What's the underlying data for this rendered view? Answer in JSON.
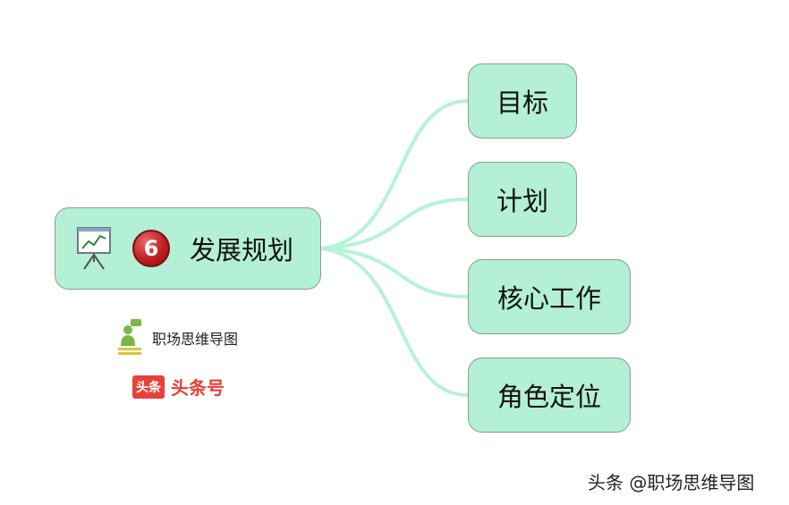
{
  "root": {
    "number": "6",
    "label": "发展规划",
    "icon": "presentation-board-icon"
  },
  "children": [
    "目标",
    "计划",
    "核心工作",
    "角色定位"
  ],
  "brand_primary": {
    "text": "职场思维导图",
    "icon": "person-logo-icon"
  },
  "brand_secondary": {
    "box_text": "头条",
    "text": "头条号"
  },
  "watermark": "头条 @职场思维导图",
  "colors": {
    "node_fill": "#b3f0d5",
    "connector": "#b6f3d8",
    "badge": "#c21f1f",
    "brand_red": "#e8403a"
  }
}
